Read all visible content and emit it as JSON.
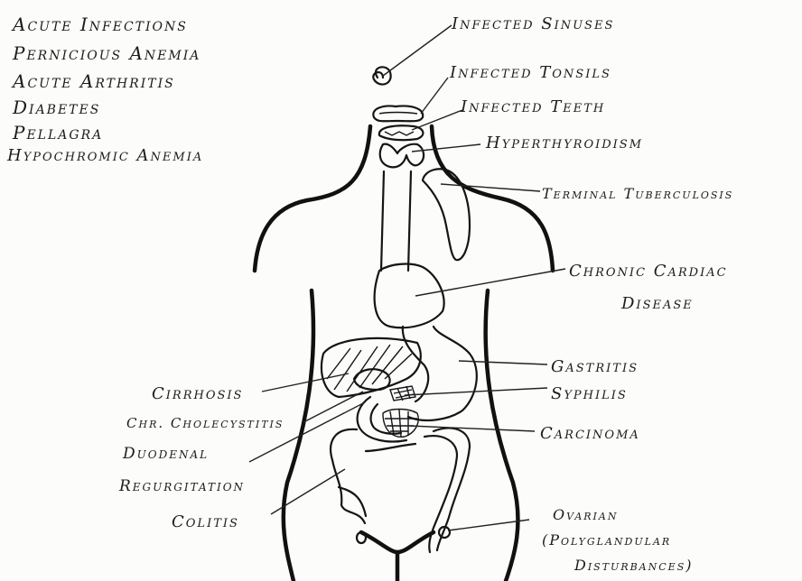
{
  "left_list": [
    "Acute Infections",
    "Pernicious Anemia",
    "Acute Arthritis",
    "Diabetes",
    "Pellagra",
    "Hypochromic Anemia"
  ],
  "labels": {
    "sinuses": "Infected Sinuses",
    "tonsils": "Infected Tonsils",
    "teeth": "Infected Teeth",
    "hyperthyroidism": "Hyperthyroidism",
    "tuberculosis": "Terminal Tuberculosis",
    "cardiac_1": "Chronic Cardiac",
    "cardiac_2": "Disease",
    "gastritis": "Gastritis",
    "syphilis": "Syphilis",
    "carcinoma": "Carcinoma",
    "cirrhosis": "Cirrhosis",
    "cholecystitis": "Chr. Cholecystitis",
    "duodenal_1": "Duodenal",
    "duodenal_2": "Regurgitation",
    "colitis": "Colitis",
    "ovarian_1": "Ovarian",
    "ovarian_2": "(Polyglandular",
    "ovarian_3": "Disturbances)"
  }
}
